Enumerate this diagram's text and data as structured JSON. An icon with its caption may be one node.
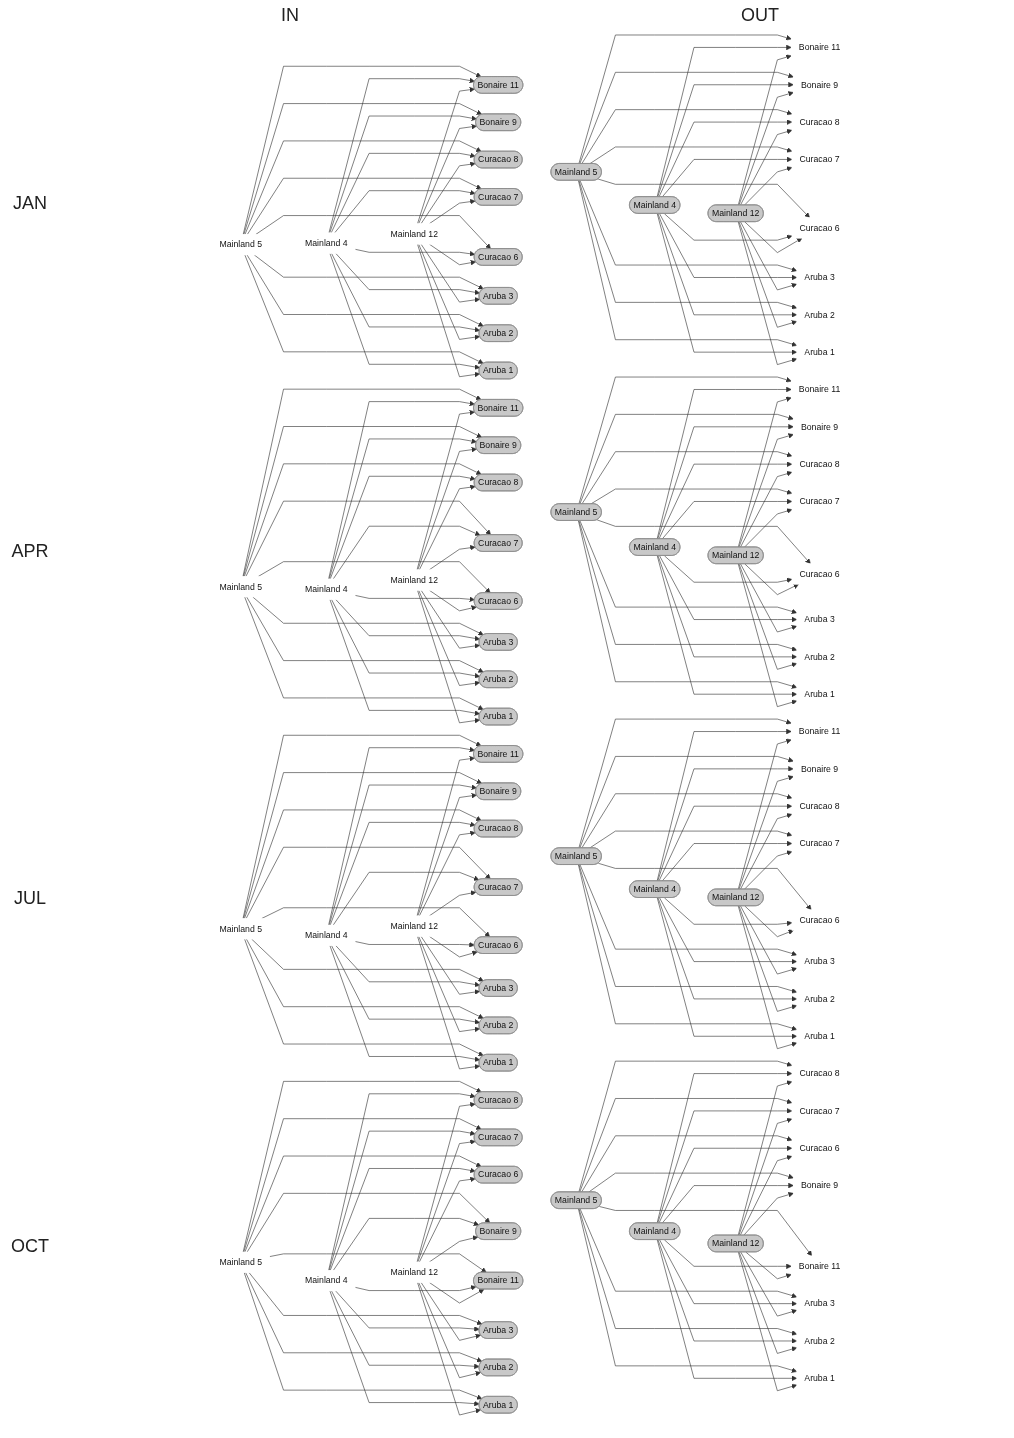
{
  "diagram": {
    "nodes": [
      {
        "text": [
          "Mainland 5"
        ]
      },
      {
        "text": [
          "Mainland 4"
        ]
      },
      {
        "text": [
          "Mainland 12"
        ]
      },
      {
        "text": [
          "Bonaire 11"
        ]
      },
      {
        "text": [
          "Bonaire 9"
        ]
      },
      {
        "text": [
          "Curacao 8"
        ]
      },
      {
        "text": [
          "Curacao 7"
        ]
      },
      {
        "text": [
          "Curacao 6"
        ]
      },
      {
        "text": [
          "Aruba 3"
        ]
      },
      {
        "text": [
          "Aruba 2"
        ]
      },
      {
        "text": [
          "Aruba 1"
        ]
      },
      {
        "text": [
          "Mainland 5"
        ]
      },
      {
        "text": [
          "Mainland 4"
        ]
      },
      {
        "text": [
          "Mainland 12"
        ]
      },
      {
        "text": [
          "Bonaire 11"
        ]
      },
      {
        "text": [
          "Bonaire 9"
        ]
      },
      {
        "text": [
          "Curacao 8"
        ]
      },
      {
        "text": [
          "Curacao 7"
        ]
      },
      {
        "text": [
          "Curacao 6"
        ]
      },
      {
        "text": [
          "Aruba 3"
        ]
      },
      {
        "text": [
          "Aruba 2"
        ]
      },
      {
        "text": [
          "Aruba 1"
        ]
      },
      {
        "text": [
          "Mainland 5"
        ]
      },
      {
        "text": [
          "Mainland 4"
        ]
      },
      {
        "text": [
          "Mainland 12"
        ]
      },
      {
        "text": [
          "Bonaire 11"
        ]
      },
      {
        "text": [
          "Bonaire 9"
        ]
      },
      {
        "text": [
          "Curacao 8"
        ]
      },
      {
        "text": [
          "Curacao 7"
        ]
      },
      {
        "text": [
          "Curacao 6"
        ]
      },
      {
        "text": [
          "Aruba 3"
        ]
      },
      {
        "text": [
          "Aruba 2"
        ]
      },
      {
        "text": [
          "Aruba 1"
        ]
      },
      {
        "text": [
          "Mainland 5"
        ]
      },
      {
        "text": [
          "Mainland 4"
        ]
      },
      {
        "text": [
          "Mainland 12"
        ]
      },
      {
        "text": [
          "Bonaire 11"
        ]
      },
      {
        "text": [
          "Bonaire 9"
        ]
      },
      {
        "text": [
          "Curacao 8"
        ]
      },
      {
        "text": [
          "Curacao 7"
        ]
      },
      {
        "text": [
          "Curacao 6"
        ]
      },
      {
        "text": [
          "Aruba 3"
        ]
      },
      {
        "text": [
          "Aruba 2"
        ]
      },
      {
        "text": [
          "Aruba 1"
        ]
      },
      {
        "text": [
          "Mainland 5"
        ]
      },
      {
        "text": [
          "Mainland 4"
        ]
      },
      {
        "text": [
          "Mainland 12"
        ]
      },
      {
        "text": [
          "Bonaire 11"
        ]
      },
      {
        "text": [
          "Bonaire 9"
        ]
      },
      {
        "text": [
          "Curacao 8"
        ]
      },
      {
        "text": [
          "Curacao 7"
        ]
      },
      {
        "text": [
          "Curacao 6"
        ]
      },
      {
        "text": [
          "Aruba 3"
        ]
      },
      {
        "text": [
          "Aruba 2"
        ]
      },
      {
        "text": [
          "Aruba 1"
        ]
      },
      {
        "text": [
          "Mainland 5"
        ]
      },
      {
        "text": [
          "Mainland 4"
        ]
      },
      {
        "text": [
          "Mainland 12"
        ]
      },
      {
        "text": [
          "Bonaire 11"
        ]
      },
      {
        "text": [
          "Bonaire 9"
        ]
      },
      {
        "text": [
          "Curacao 8"
        ]
      },
      {
        "text": [
          "Curacao 7"
        ]
      },
      {
        "text": [
          "Curacao 6"
        ]
      },
      {
        "text": [
          "Aruba 3"
        ]
      },
      {
        "text": [
          "Aruba 2"
        ]
      },
      {
        "text": [
          "Aruba 1"
        ]
      },
      {
        "text": [
          "Mainland 5"
        ]
      },
      {
        "text": [
          "Mainland 4"
        ]
      },
      {
        "text": [
          "Mainland 12"
        ]
      },
      {
        "text": [
          "Curacao 8"
        ]
      },
      {
        "text": [
          "Curacao 7"
        ]
      },
      {
        "text": [
          "Curacao 6"
        ]
      },
      {
        "text": [
          "Bonaire 9"
        ]
      },
      {
        "text": [
          "Bonaire 11"
        ]
      },
      {
        "text": [
          "Aruba 3"
        ]
      },
      {
        "text": [
          "Aruba 2"
        ]
      },
      {
        "text": [
          "Aruba 1"
        ]
      },
      {
        "text": [
          "Mainland 5"
        ]
      },
      {
        "text": [
          "Mainland 4"
        ]
      },
      {
        "text": [
          "Mainland 12"
        ]
      },
      {
        "text": [
          "Curacao 8"
        ]
      },
      {
        "text": [
          "Curacao 7"
        ]
      },
      {
        "text": [
          "Curacao 6"
        ]
      },
      {
        "text": [
          "Bonaire 9"
        ]
      },
      {
        "text": [
          "Bonaire 11"
        ]
      },
      {
        "text": [
          "Aruba 3"
        ]
      },
      {
        "text": [
          "Aruba 2"
        ]
      },
      {
        "text": [
          "Aruba 1"
        ]
      }
    ],
    "edges": [
      {
        "from": 0,
        "to": 3,
        "arrow": "to"
      },
      {
        "from": 0,
        "to": 4,
        "arrow": "to"
      },
      {
        "from": 0,
        "to": 5,
        "arrow": "to"
      },
      {
        "from": 0,
        "to": 6,
        "arrow": "to"
      },
      {
        "from": 0,
        "to": 7,
        "arrow": "to"
      },
      {
        "from": 0,
        "to": 8,
        "arrow": "to"
      },
      {
        "from": 0,
        "to": 9,
        "arrow": "to"
      },
      {
        "from": 0,
        "to": 10,
        "arrow": "to"
      },
      {
        "from": 1,
        "to": 3,
        "arrow": "to"
      },
      {
        "from": 1,
        "to": 4,
        "arrow": "to"
      },
      {
        "from": 1,
        "to": 5,
        "arrow": "to"
      },
      {
        "from": 1,
        "to": 6,
        "arrow": "to"
      },
      {
        "from": 1,
        "to": 7,
        "arrow": "to"
      },
      {
        "from": 1,
        "to": 8,
        "arrow": "to"
      },
      {
        "from": 1,
        "to": 9,
        "arrow": "to"
      },
      {
        "from": 1,
        "to": 10,
        "arrow": "to"
      },
      {
        "from": 2,
        "to": 3,
        "arrow": "to"
      },
      {
        "from": 2,
        "to": 4,
        "arrow": "to"
      },
      {
        "from": 2,
        "to": 5,
        "arrow": "to"
      },
      {
        "from": 2,
        "to": 6,
        "arrow": "to"
      },
      {
        "from": 2,
        "to": 7,
        "arrow": "to"
      },
      {
        "from": 2,
        "to": 8,
        "arrow": "to"
      },
      {
        "from": 2,
        "to": 9,
        "arrow": "to"
      },
      {
        "from": 2,
        "to": 10,
        "arrow": "to"
      },
      {
        "from": 11,
        "to": 14,
        "arrow": "to"
      },
      {
        "from": 11,
        "to": 15,
        "arrow": "to"
      },
      {
        "from": 11,
        "to": 16,
        "arrow": "to"
      },
      {
        "from": 11,
        "to": 17,
        "arrow": "to"
      },
      {
        "from": 11,
        "to": 18,
        "arrow": "to"
      },
      {
        "from": 11,
        "to": 19,
        "arrow": "to"
      },
      {
        "from": 11,
        "to": 20,
        "arrow": "to"
      },
      {
        "from": 11,
        "to": 21,
        "arrow": "to"
      },
      {
        "from": 12,
        "to": 14,
        "arrow": "to"
      },
      {
        "from": 12,
        "to": 15,
        "arrow": "to"
      },
      {
        "from": 12,
        "to": 16,
        "arrow": "to"
      },
      {
        "from": 12,
        "to": 17,
        "arrow": "to"
      },
      {
        "from": 12,
        "to": 18,
        "arrow": "to"
      },
      {
        "from": 12,
        "to": 19,
        "arrow": "to"
      },
      {
        "from": 12,
        "to": 20,
        "arrow": "to"
      },
      {
        "from": 12,
        "to": 21,
        "arrow": "to"
      },
      {
        "from": 13,
        "to": 14,
        "arrow": "to"
      },
      {
        "from": 13,
        "to": 15,
        "arrow": "to"
      },
      {
        "from": 13,
        "to": 16,
        "arrow": "to"
      },
      {
        "from": 13,
        "to": 17,
        "arrow": "to"
      },
      {
        "from": 13,
        "to": 18,
        "arrow": "to"
      },
      {
        "from": 13,
        "to": 19,
        "arrow": "to"
      },
      {
        "from": 13,
        "to": 20,
        "arrow": "to"
      },
      {
        "from": 13,
        "to": 21,
        "arrow": "to"
      },
      {
        "from": 22,
        "to": 25,
        "arrow": "to"
      },
      {
        "from": 22,
        "to": 26,
        "arrow": "to"
      },
      {
        "from": 22,
        "to": 27,
        "arrow": "to"
      },
      {
        "from": 22,
        "to": 28,
        "arrow": "to"
      },
      {
        "from": 22,
        "to": 29,
        "arrow": "to"
      },
      {
        "from": 22,
        "to": 30,
        "arrow": "to"
      },
      {
        "from": 22,
        "to": 31,
        "arrow": "to"
      },
      {
        "from": 22,
        "to": 32,
        "arrow": "to"
      },
      {
        "from": 23,
        "to": 25,
        "arrow": "to"
      },
      {
        "from": 23,
        "to": 26,
        "arrow": "to"
      },
      {
        "from": 23,
        "to": 27,
        "arrow": "to"
      },
      {
        "from": 23,
        "to": 28,
        "arrow": "to"
      },
      {
        "from": 23,
        "to": 29,
        "arrow": "to"
      },
      {
        "from": 23,
        "to": 30,
        "arrow": "to"
      },
      {
        "from": 23,
        "to": 31,
        "arrow": "to"
      },
      {
        "from": 23,
        "to": 32,
        "arrow": "to"
      },
      {
        "from": 24,
        "to": 25,
        "arrow": "to"
      },
      {
        "from": 24,
        "to": 26,
        "arrow": "to"
      },
      {
        "from": 24,
        "to": 27,
        "arrow": "to"
      },
      {
        "from": 24,
        "to": 28,
        "arrow": "to"
      },
      {
        "from": 24,
        "to": 29,
        "arrow": "to"
      },
      {
        "from": 24,
        "to": 30,
        "arrow": "to"
      },
      {
        "from": 24,
        "to": 31,
        "arrow": "to"
      },
      {
        "from": 24,
        "to": 32,
        "arrow": "to"
      },
      {
        "from": 33,
        "to": 36,
        "arrow": "to"
      },
      {
        "from": 33,
        "to": 37,
        "arrow": "to"
      },
      {
        "from": 33,
        "to": 38,
        "arrow": "to"
      },
      {
        "from": 33,
        "to": 39,
        "arrow": "to"
      },
      {
        "from": 33,
        "to": 40,
        "arrow": "to"
      },
      {
        "from": 33,
        "to": 41,
        "arrow": "to"
      },
      {
        "from": 33,
        "to": 42,
        "arrow": "to"
      },
      {
        "from": 33,
        "to": 43,
        "arrow": "to"
      },
      {
        "from": 34,
        "to": 36,
        "arrow": "to"
      },
      {
        "from": 34,
        "to": 37,
        "arrow": "to"
      },
      {
        "from": 34,
        "to": 38,
        "arrow": "to"
      },
      {
        "from": 34,
        "to": 39,
        "arrow": "to"
      },
      {
        "from": 34,
        "to": 40,
        "arrow": "to"
      },
      {
        "from": 34,
        "to": 41,
        "arrow": "to"
      },
      {
        "from": 34,
        "to": 42,
        "arrow": "to"
      },
      {
        "from": 34,
        "to": 43,
        "arrow": "to"
      },
      {
        "from": 35,
        "to": 36,
        "arrow": "to"
      },
      {
        "from": 35,
        "to": 37,
        "arrow": "to"
      },
      {
        "from": 35,
        "to": 38,
        "arrow": "to"
      },
      {
        "from": 35,
        "to": 39,
        "arrow": "to"
      },
      {
        "from": 35,
        "to": 40,
        "arrow": "to"
      },
      {
        "from": 35,
        "to": 41,
        "arrow": "to"
      },
      {
        "from": 35,
        "to": 42,
        "arrow": "to"
      },
      {
        "from": 35,
        "to": 43,
        "arrow": "to"
      },
      {
        "from": 44,
        "to": 47,
        "arrow": "to"
      },
      {
        "from": 44,
        "to": 48,
        "arrow": "to"
      },
      {
        "from": 44,
        "to": 49,
        "arrow": "to"
      },
      {
        "from": 44,
        "to": 50,
        "arrow": "to"
      },
      {
        "from": 44,
        "to": 51,
        "arrow": "to"
      },
      {
        "from": 44,
        "to": 52,
        "arrow": "to"
      },
      {
        "from": 44,
        "to": 53,
        "arrow": "to"
      },
      {
        "from": 44,
        "to": 54,
        "arrow": "to"
      },
      {
        "from": 45,
        "to": 47,
        "arrow": "to"
      },
      {
        "from": 45,
        "to": 48,
        "arrow": "to"
      },
      {
        "from": 45,
        "to": 49,
        "arrow": "to"
      },
      {
        "from": 45,
        "to": 50,
        "arrow": "to"
      },
      {
        "from": 45,
        "to": 51,
        "arrow": "to"
      },
      {
        "from": 45,
        "to": 52,
        "arrow": "to"
      },
      {
        "from": 45,
        "to": 53,
        "arrow": "to"
      },
      {
        "from": 45,
        "to": 54,
        "arrow": "to"
      },
      {
        "from": 46,
        "to": 47,
        "arrow": "to"
      },
      {
        "from": 46,
        "to": 48,
        "arrow": "to"
      },
      {
        "from": 46,
        "to": 49,
        "arrow": "to"
      },
      {
        "from": 46,
        "to": 50,
        "arrow": "to"
      },
      {
        "from": 46,
        "to": 51,
        "arrow": "to"
      },
      {
        "from": 46,
        "to": 52,
        "arrow": "to"
      },
      {
        "from": 46,
        "to": 53,
        "arrow": "to"
      },
      {
        "from": 46,
        "to": 54,
        "arrow": "to"
      },
      {
        "from": 55,
        "to": 58,
        "arrow": "to"
      },
      {
        "from": 55,
        "to": 59,
        "arrow": "to"
      },
      {
        "from": 55,
        "to": 60,
        "arrow": "to"
      },
      {
        "from": 55,
        "to": 61,
        "arrow": "to"
      },
      {
        "from": 55,
        "to": 62,
        "arrow": "to"
      },
      {
        "from": 55,
        "to": 63,
        "arrow": "to"
      },
      {
        "from": 55,
        "to": 64,
        "arrow": "to"
      },
      {
        "from": 55,
        "to": 65,
        "arrow": "to"
      },
      {
        "from": 56,
        "to": 58,
        "arrow": "to"
      },
      {
        "from": 56,
        "to": 59,
        "arrow": "to"
      },
      {
        "from": 56,
        "to": 60,
        "arrow": "to"
      },
      {
        "from": 56,
        "to": 61,
        "arrow": "to"
      },
      {
        "from": 56,
        "to": 62,
        "arrow": "to"
      },
      {
        "from": 56,
        "to": 63,
        "arrow": "to"
      },
      {
        "from": 56,
        "to": 64,
        "arrow": "to"
      },
      {
        "from": 56,
        "to": 65,
        "arrow": "to"
      },
      {
        "from": 57,
        "to": 58,
        "arrow": "to"
      },
      {
        "from": 57,
        "to": 59,
        "arrow": "to"
      },
      {
        "from": 57,
        "to": 60,
        "arrow": "to"
      },
      {
        "from": 57,
        "to": 61,
        "arrow": "to"
      },
      {
        "from": 57,
        "to": 62,
        "arrow": "to"
      },
      {
        "from": 57,
        "to": 63,
        "arrow": "to"
      },
      {
        "from": 57,
        "to": 64,
        "arrow": "to"
      },
      {
        "from": 57,
        "to": 65,
        "arrow": "to"
      },
      {
        "from": 66,
        "to": 69,
        "arrow": "to"
      },
      {
        "from": 66,
        "to": 70,
        "arrow": "to"
      },
      {
        "from": 66,
        "to": 71,
        "arrow": "to"
      },
      {
        "from": 66,
        "to": 72,
        "arrow": "to"
      },
      {
        "from": 66,
        "to": 73,
        "arrow": "to"
      },
      {
        "from": 66,
        "to": 74,
        "arrow": "to"
      },
      {
        "from": 66,
        "to": 75,
        "arrow": "to"
      },
      {
        "from": 66,
        "to": 76,
        "arrow": "to"
      },
      {
        "from": 67,
        "to": 69,
        "arrow": "to"
      },
      {
        "from": 67,
        "to": 70,
        "arrow": "to"
      },
      {
        "from": 67,
        "to": 71,
        "arrow": "to"
      },
      {
        "from": 67,
        "to": 72,
        "arrow": "to"
      },
      {
        "from": 67,
        "to": 73,
        "arrow": "to"
      },
      {
        "from": 67,
        "to": 74,
        "arrow": "to"
      },
      {
        "from": 67,
        "to": 75,
        "arrow": "to"
      },
      {
        "from": 67,
        "to": 76,
        "arrow": "to"
      },
      {
        "from": 68,
        "to": 69,
        "arrow": "to"
      },
      {
        "from": 68,
        "to": 70,
        "arrow": "to"
      },
      {
        "from": 68,
        "to": 71,
        "arrow": "to"
      },
      {
        "from": 68,
        "to": 72,
        "arrow": "to"
      },
      {
        "from": 68,
        "to": 73,
        "arrow": "to"
      },
      {
        "from": 68,
        "to": 74,
        "arrow": "to"
      },
      {
        "from": 68,
        "to": 75,
        "arrow": "to"
      },
      {
        "from": 68,
        "to": 76,
        "arrow": "to"
      },
      {
        "from": 77,
        "to": 80,
        "arrow": "to"
      },
      {
        "from": 77,
        "to": 81,
        "arrow": "to"
      },
      {
        "from": 77,
        "to": 82,
        "arrow": "to"
      },
      {
        "from": 77,
        "to": 83,
        "arrow": "to"
      },
      {
        "from": 77,
        "to": 84,
        "arrow": "to"
      },
      {
        "from": 77,
        "to": 85,
        "arrow": "to"
      },
      {
        "from": 77,
        "to": 86,
        "arrow": "to"
      },
      {
        "from": 77,
        "to": 87,
        "arrow": "to"
      },
      {
        "from": 78,
        "to": 80,
        "arrow": "to"
      },
      {
        "from": 78,
        "to": 81,
        "arrow": "to"
      },
      {
        "from": 78,
        "to": 82,
        "arrow": "to"
      },
      {
        "from": 78,
        "to": 83,
        "arrow": "to"
      },
      {
        "from": 78,
        "to": 84,
        "arrow": "to"
      },
      {
        "from": 78,
        "to": 85,
        "arrow": "to"
      },
      {
        "from": 78,
        "to": 86,
        "arrow": "to"
      },
      {
        "from": 78,
        "to": 87,
        "arrow": "to"
      },
      {
        "from": 79,
        "to": 80,
        "arrow": "to"
      },
      {
        "from": 79,
        "to": 81,
        "arrow": "to"
      },
      {
        "from": 79,
        "to": 82,
        "arrow": "to"
      },
      {
        "from": 79,
        "to": 83,
        "arrow": "to"
      },
      {
        "from": 79,
        "to": 84,
        "arrow": "to"
      },
      {
        "from": 79,
        "to": 85,
        "arrow": "to"
      },
      {
        "from": 79,
        "to": 86,
        "arrow": "to"
      },
      {
        "from": 79,
        "to": 87,
        "arrow": "to"
      }
    ],
    "labels": [
      "IN",
      "OUT",
      "JAN",
      "APR",
      "JUL",
      "OCT"
    ]
  }
}
